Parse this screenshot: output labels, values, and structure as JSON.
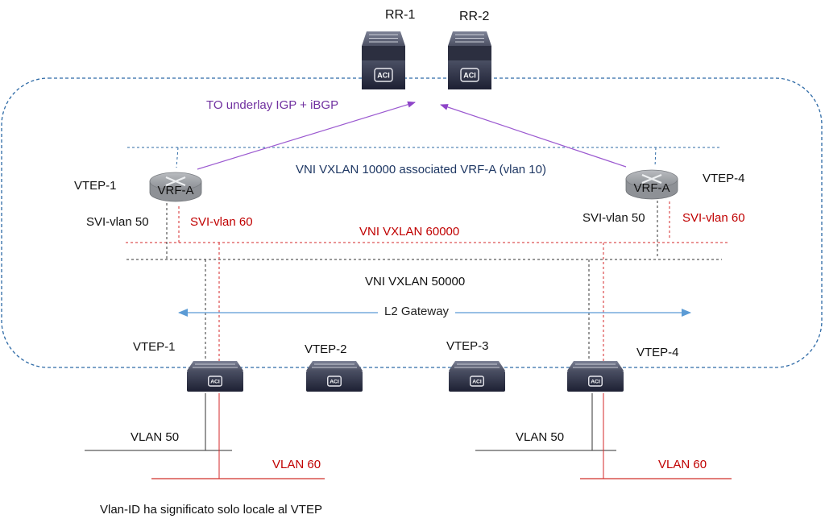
{
  "colors": {
    "fabric_boundary": "#2e6aa6",
    "vni_l3": "#2e6aa6",
    "vni_60000": "#d62728",
    "vni_50000": "#333333",
    "underlay": "#9b59d0",
    "l2_gateway": "#5b9bd5",
    "vlan50": "#555555",
    "vlan60": "#d62728"
  },
  "route_reflectors": [
    {
      "label": "RR-1",
      "icon": "aci-spine-switch-icon"
    },
    {
      "label": "RR-2",
      "icon": "aci-spine-switch-icon"
    }
  ],
  "underlay_label": "TO underlay IGP + iBGP",
  "l3_vni_label": "VNI VXLAN 10000 associated VRF-A (vlan 10)",
  "vni_60000_label": "VNI VXLAN 60000",
  "vni_50000_label": "VNI VXLAN 50000",
  "l2_gateway_label": "L2 Gateway",
  "routers": [
    {
      "vtep": "VTEP-1",
      "vrf": "VRF-A",
      "svi50": "SVI-vlan 50",
      "svi60": "SVI-vlan 60",
      "icon": "router-icon"
    },
    {
      "vtep": "VTEP-4",
      "vrf": "VRF-A",
      "svi50": "SVI-vlan 50",
      "svi60": "SVI-vlan 60",
      "icon": "router-icon"
    }
  ],
  "leaf_switches": [
    {
      "label": "VTEP-1",
      "icon": "aci-leaf-switch-icon"
    },
    {
      "label": "VTEP-2",
      "icon": "aci-leaf-switch-icon"
    },
    {
      "label": "VTEP-3",
      "icon": "aci-leaf-switch-icon"
    },
    {
      "label": "VTEP-4",
      "icon": "aci-leaf-switch-icon"
    }
  ],
  "vlans": {
    "left": {
      "vlan50": "VLAN 50",
      "vlan60": "VLAN 60"
    },
    "right": {
      "vlan50": "VLAN 50",
      "vlan60": "VLAN 60"
    }
  },
  "aci_badge": "ACI",
  "footnote": "Vlan-ID ha significato solo locale al VTEP"
}
